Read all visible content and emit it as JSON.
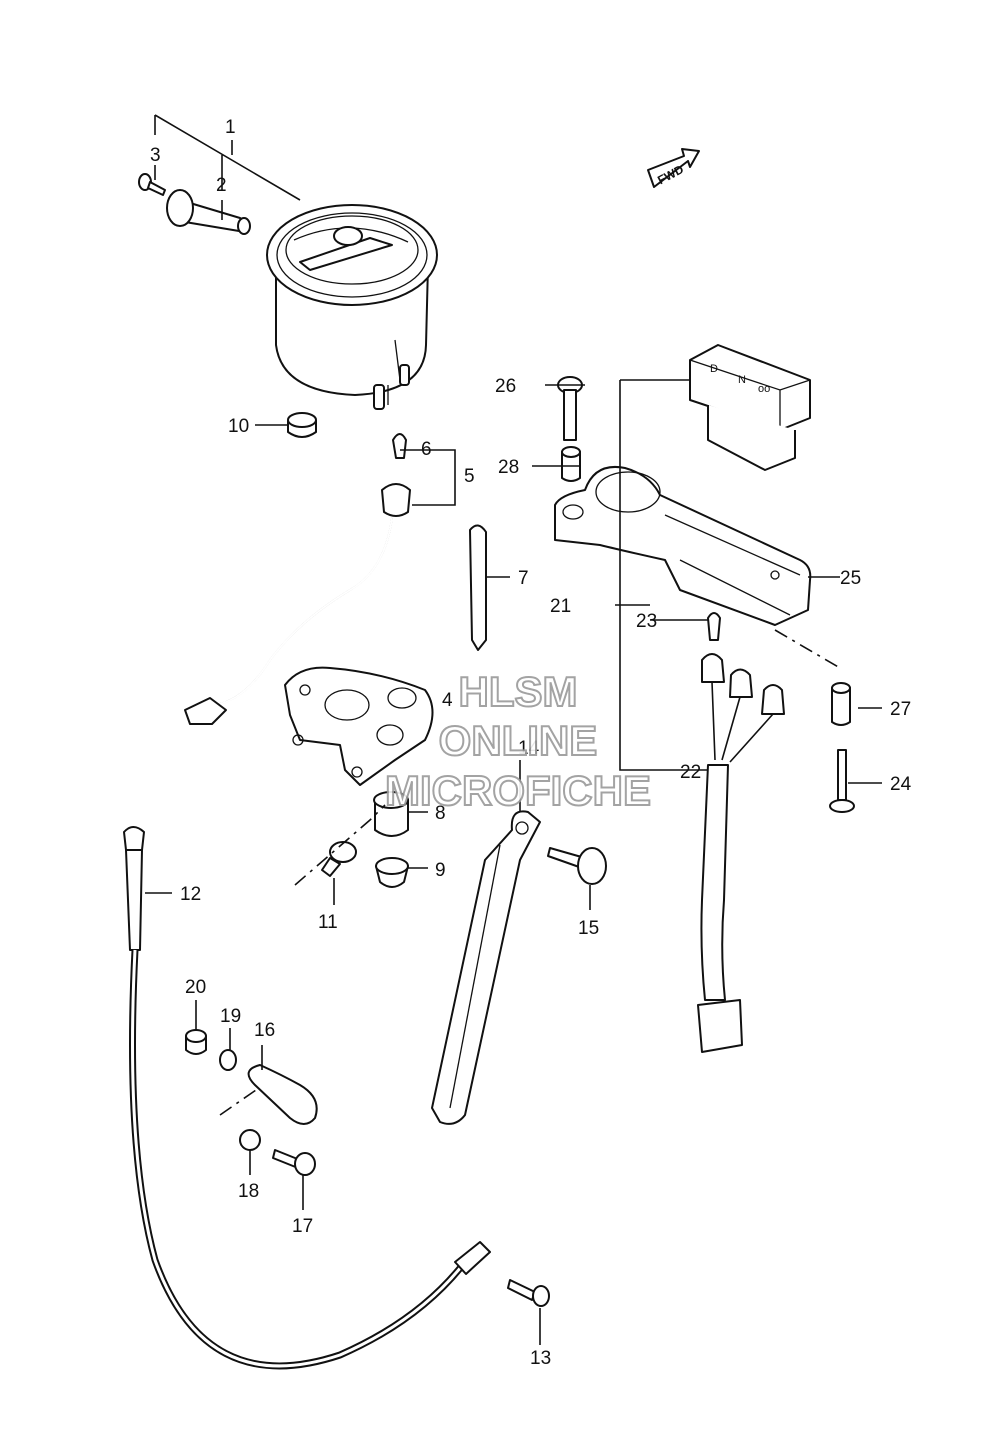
{
  "diagram": {
    "fwd_label": "FWD",
    "watermark": [
      "HLSM",
      "ONLINE",
      "MICROFICHE"
    ],
    "callouts": {
      "c1": "1",
      "c2": "2",
      "c3": "3",
      "c4": "4",
      "c5": "5",
      "c6": "6",
      "c7": "7",
      "c8": "8",
      "c9": "9",
      "c10": "10",
      "c11": "11",
      "c12": "12",
      "c13": "13",
      "c14": "14",
      "c15": "15",
      "c16": "16",
      "c17": "17",
      "c18": "18",
      "c19": "19",
      "c20": "20",
      "c21": "21",
      "c22": "22",
      "c23": "23",
      "c24": "24",
      "c25": "25",
      "c26": "26",
      "c27": "27",
      "c28": "28"
    },
    "panel_symbols": [
      "D",
      "N",
      "oo"
    ]
  }
}
